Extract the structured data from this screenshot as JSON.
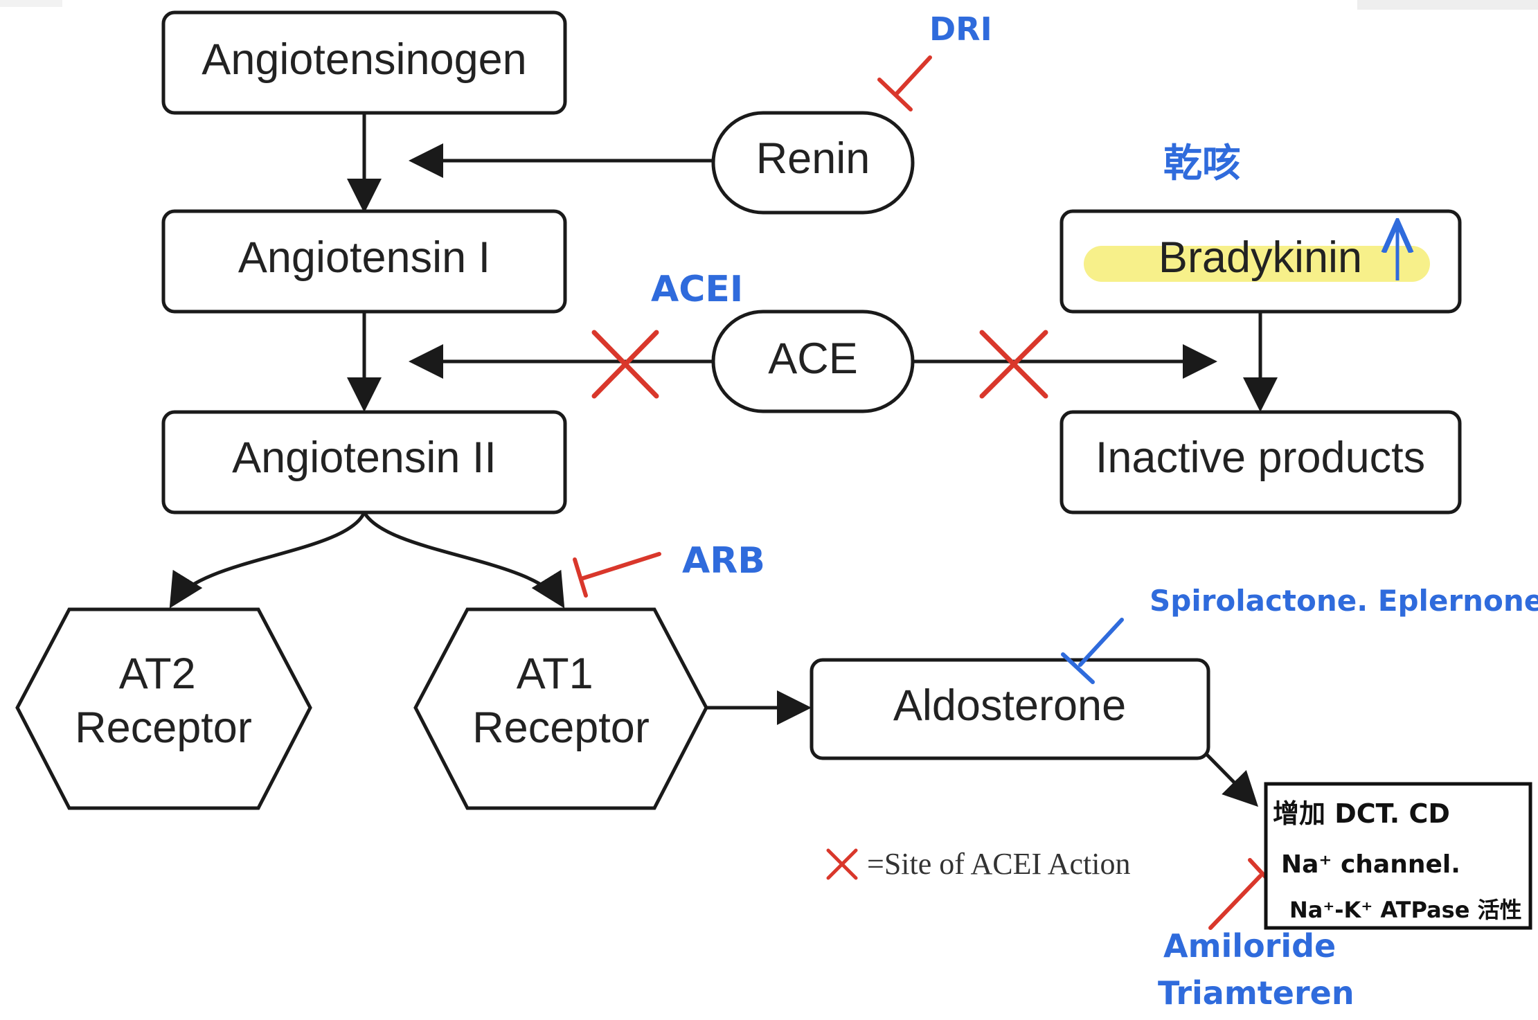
{
  "nodes": {
    "angiotensinogen": "Angiotensinogen",
    "renin": "Renin",
    "angiotensin_i": "Angiotensin I",
    "ace": "ACE",
    "angiotensin_ii": "Angiotensin II",
    "bradykinin": "Bradykinin",
    "inactive_products": "Inactive products",
    "at2_receptor": [
      "AT2",
      "Receptor"
    ],
    "at1_receptor": [
      "AT1",
      "Receptor"
    ],
    "aldosterone": "Aldosterone"
  },
  "annotations": {
    "dri": "DRI",
    "dry_cough": "乾咳",
    "bradykinin_increase": "↑",
    "acei": "ACEI",
    "arb": "ARB",
    "spironolactone": "Spirolactone. Eplernone",
    "aldosterone_effects": [
      "增加 DCT. CD",
      "Na⁺ channel.",
      "Na⁺-K⁺ ATPase 活性"
    ],
    "amiloride": [
      "Amiloride",
      "Triamteren"
    ]
  },
  "legend": {
    "text": "=Site of ACEI Action"
  },
  "colors": {
    "inhibit_red": "#d9372b",
    "handwriting_blue": "#2f6bdc",
    "highlight_yellow": "#f7f08a",
    "node_stroke": "#1a1a1a"
  }
}
